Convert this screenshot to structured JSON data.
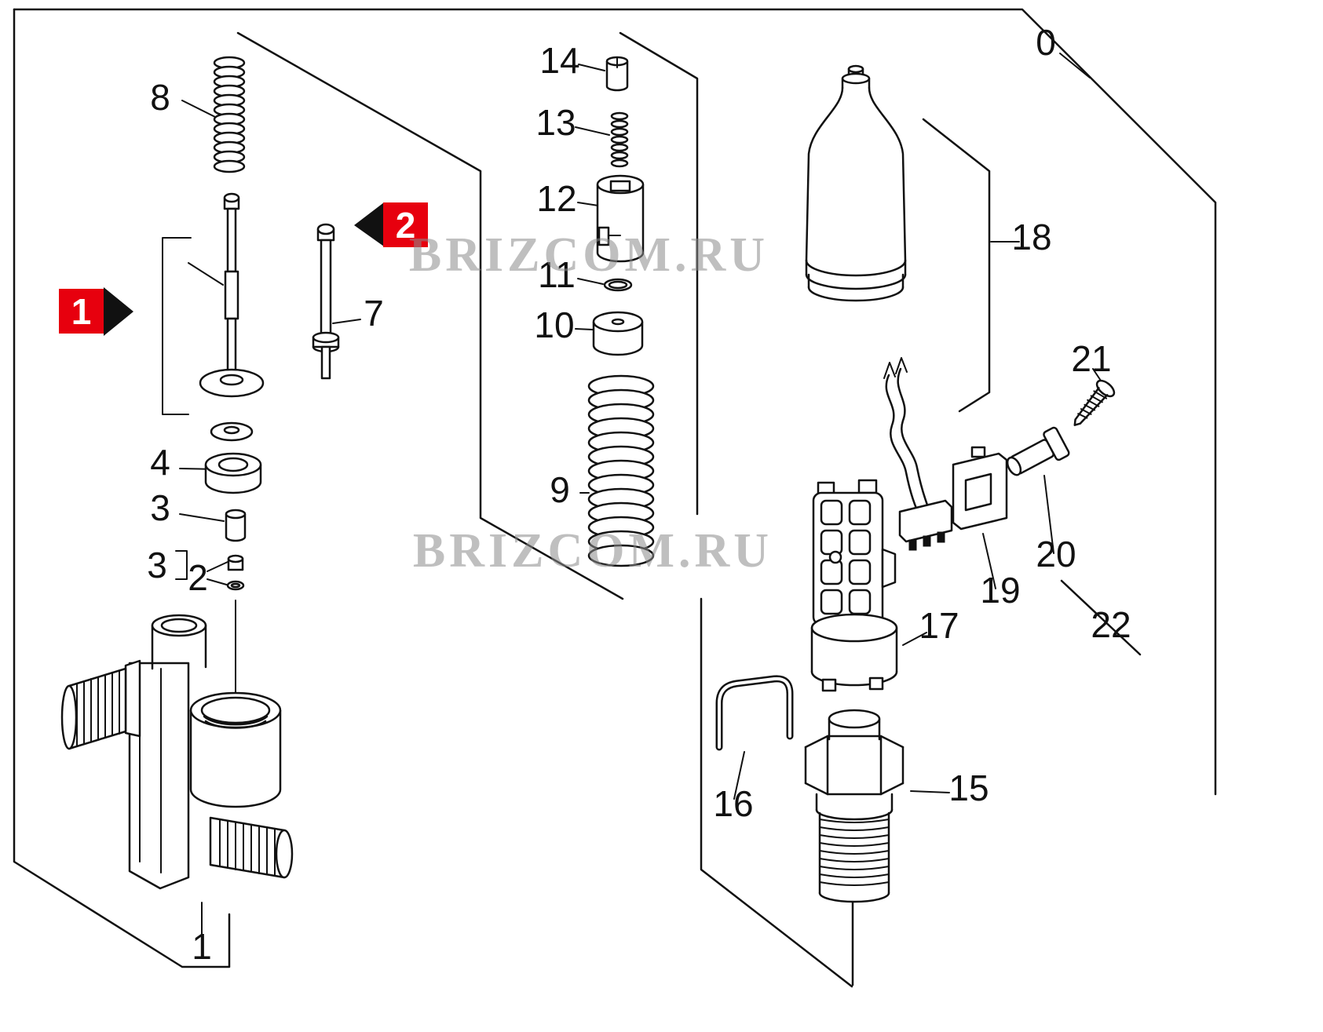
{
  "colors": {
    "line": "#111111",
    "badge": "#e7000e",
    "badge_text": "#ffffff",
    "watermark": "#8c8c8c",
    "background": "#ffffff"
  },
  "watermark": {
    "text": "BRIZCOM.RU"
  },
  "badges": {
    "b1": "1",
    "b2": "2"
  },
  "labels": {
    "p0": "0",
    "p1": "1",
    "p2": "2",
    "p3a": "3",
    "p3b": "3",
    "p4": "4",
    "p7": "7",
    "p8": "8",
    "p9": "9",
    "p10": "10",
    "p11": "11",
    "p12": "12",
    "p13": "13",
    "p14": "14",
    "p15": "15",
    "p16": "16",
    "p17": "17",
    "p18": "18",
    "p19": "19",
    "p20": "20",
    "p21": "21",
    "p22": "22"
  }
}
